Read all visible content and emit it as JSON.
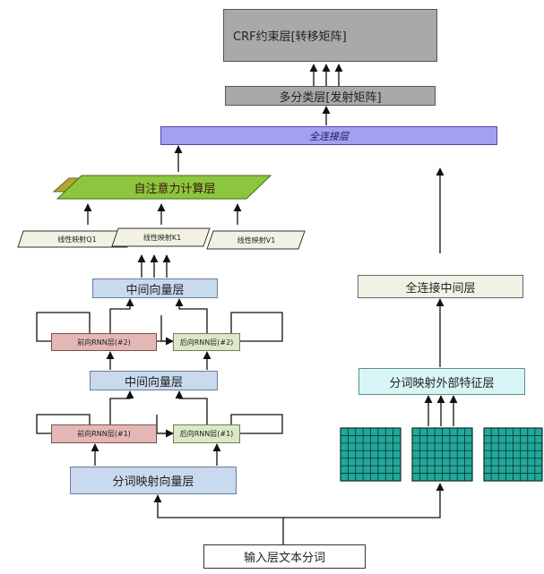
{
  "nodes": {
    "crf": "CRF约束层[转移矩阵]",
    "multiclass": "多分类层[发射矩阵]",
    "fc_top": "全连接层",
    "self_attention": "自注意力计算层",
    "proj_q": "线性映射Q1",
    "proj_k": "线性映射K1",
    "proj_v": "线性映射V1",
    "mid_vec_2": "中间向量层",
    "rnn_fwd_2": "前向RNN层(#2)",
    "rnn_bwd_2": "后向RNN层(#2)",
    "mid_vec_1": "中间向量层",
    "rnn_fwd_1": "前向RNN层(#1)",
    "rnn_bwd_1": "后向RNN层(#1)",
    "seg_vec": "分词映射向量层",
    "fc_mid": "全连接中间层",
    "ext_feat": "分词映射外部特征层",
    "input": "输入层文本分词"
  },
  "colors": {
    "gray": "#a9a9a9",
    "blue": "#c9d9ee",
    "red": "#e4b7b5",
    "green": "#dbe8c7",
    "purple": "#a49ff0",
    "attention_green": "#8cc63f",
    "attention_olive": "#b6a534",
    "cyan": "#d8f5f6",
    "teal_grid": "#21a89a"
  }
}
